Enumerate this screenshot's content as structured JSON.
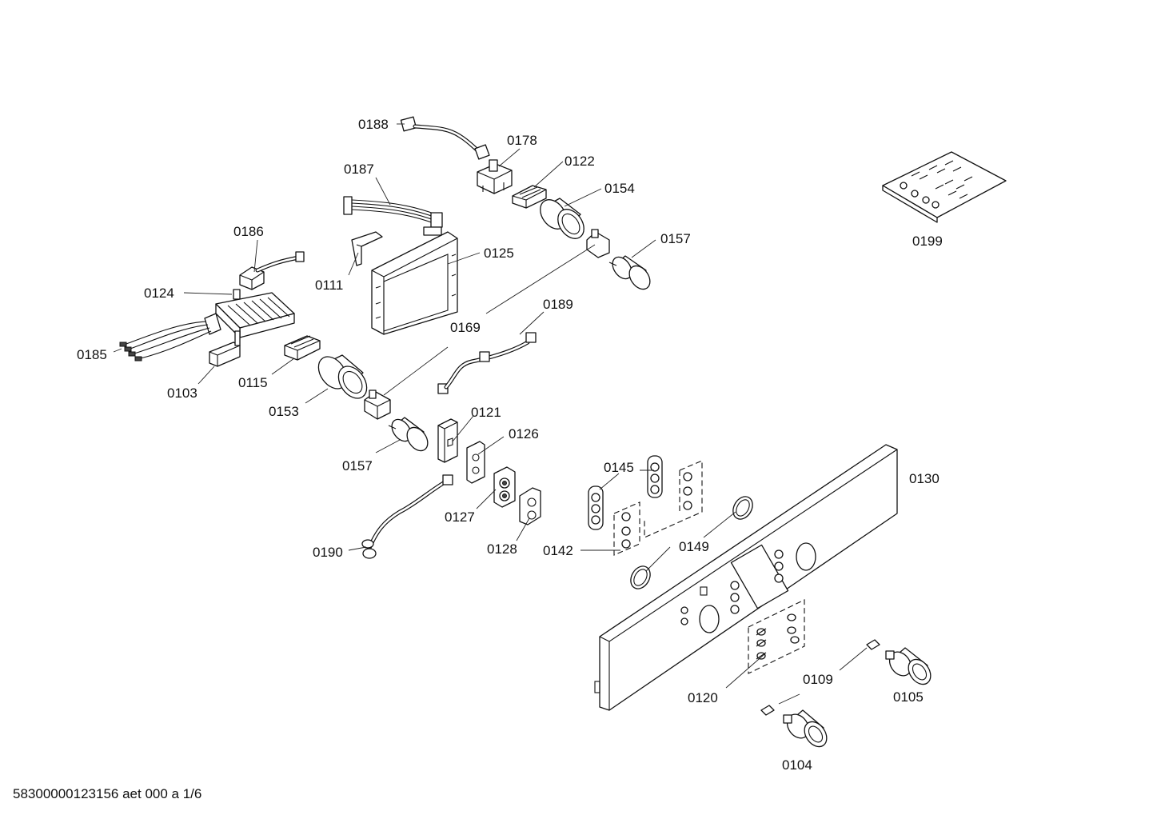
{
  "doc_id": "58300000123156 aet 000 a 1/6",
  "parts": {
    "p0188": "0188",
    "p0178": "0178",
    "p0187": "0187",
    "p0122": "0122",
    "p0154": "0154",
    "p0157a": "0157",
    "p0186": "0186",
    "p0125": "0125",
    "p0111": "0111",
    "p0124": "0124",
    "p0189": "0189",
    "p0169": "0169",
    "p0185": "0185",
    "p0115": "0115",
    "p0103": "0103",
    "p0153": "0153",
    "p0121": "0121",
    "p0126": "0126",
    "p0157b": "0157",
    "p0145": "0145",
    "p0130": "0130",
    "p0127": "0127",
    "p0128": "0128",
    "p0142": "0142",
    "p0149": "0149",
    "p0190": "0190",
    "p0120": "0120",
    "p0109": "0109",
    "p0105": "0105",
    "p0104": "0104",
    "p0199": "0199"
  }
}
